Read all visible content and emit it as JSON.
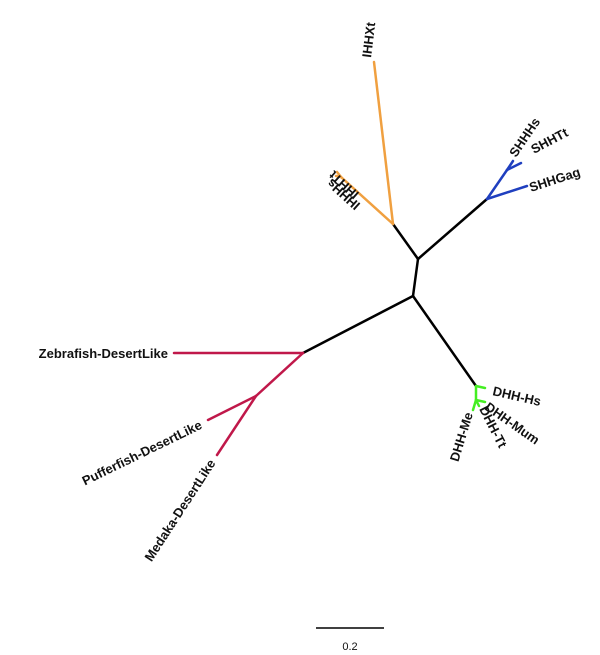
{
  "colors": {
    "backbone": "#000000",
    "ihh_clade": "#f0a040",
    "shh_clade": "#1f3fbf",
    "dhh_clade": "#44ee22",
    "desert_clade": "#c0184a"
  },
  "leaves": {
    "ihh_xt": "IHHXt",
    "ihh_tt": "IHHTt",
    "ihh_hs": "IHHHs",
    "shh_hs": "SHHHs",
    "shh_tt": "SHHTt",
    "shh_gag": "SHHGag",
    "dhh_hs": "DHH-Hs",
    "dhh_mum": "DHH-Mum",
    "dhh_tt": "DHH-Tt",
    "dhh_me": "DHH-Me",
    "zebrafish": "Zebrafish-DesertLike",
    "pufferfish": "Pufferfish-DesertLike",
    "medaka": "Medaka-DesertLike"
  },
  "scale": {
    "label": "0.2"
  }
}
